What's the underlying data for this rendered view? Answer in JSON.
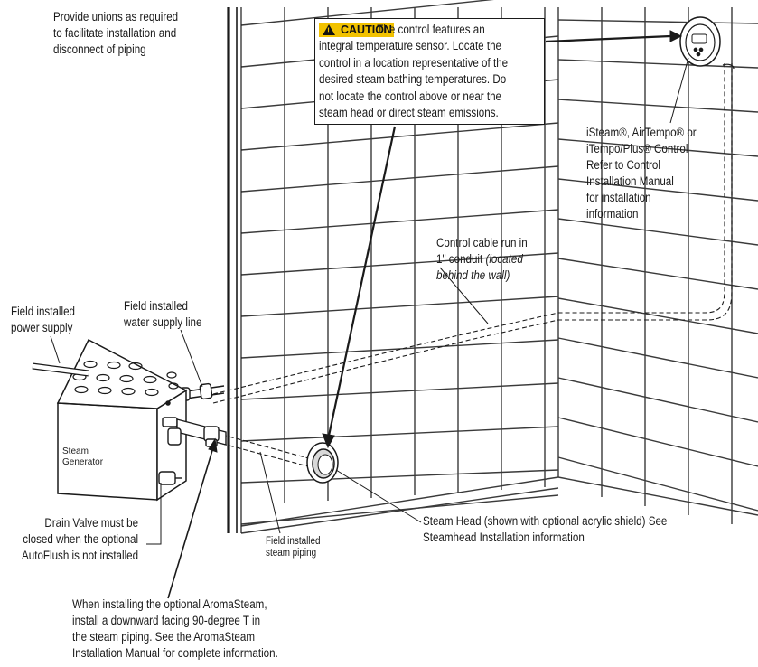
{
  "labels": {
    "unions": "Provide unions as required\nto facilitate installation and\ndisconnect of piping",
    "caution_badge": "CAUTION",
    "caution_body": "                    The control features an\nintegral temperature sensor. Locate the\ncontrol in a location representative of the\ndesired steam bathing temperatures. Do\nnot locate the control above or near the\nsteam head or direct steam emissions.",
    "control": "iSteam®, AirTempo® or\niTempo/Plus® Control\nRefer to Control\nInstallation Manual\nfor installation\ninformation",
    "cable_a": "Control cable run in\n1\" conduit ",
    "cable_b": "(located",
    "cable_c": "behind the wall)",
    "power": "Field installed\npower supply",
    "water": "Field installed\nwater supply line",
    "generator": "Steam\nGenerator",
    "drain": "Drain Valve must be\nclosed when the optional\nAutoFlush is not installed",
    "steam_piping": "Field installed\nsteam piping",
    "steam_head": "Steam Head (shown with optional acrylic shield) See\nSteamhead Installation information",
    "aroma": "When installing the optional AromaSteam,\ninstall a downward facing 90-degree T in\nthe steam piping. See the AromaSteam\nInstallation Manual for complete information."
  },
  "icons": [
    "warning-triangle-icon",
    "steam-generator-icon",
    "steam-head-icon",
    "control-panel-icon",
    "drain-valve-icon"
  ],
  "colors": {
    "caution": "#f2c200",
    "line": "#1a1a1a",
    "tile": "#3a3a3a"
  }
}
